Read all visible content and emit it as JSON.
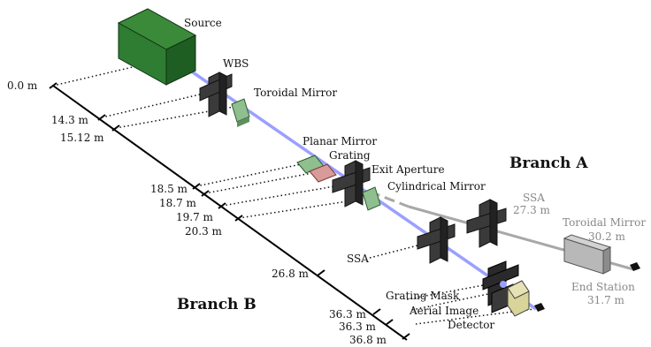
{
  "branches": {
    "a": "Branch A",
    "b": "Branch B"
  },
  "components": {
    "source": "Source",
    "wbs": "WBS",
    "toroidal_mirror": "Toroidal Mirror",
    "planar_mirror": "Planar Mirror",
    "grating": "Grating",
    "exit_aperture": "Exit Aperture",
    "cylindrical_mirror": "Cylindrical Mirror",
    "ssa_b": "SSA",
    "grating_mask": "Grating Mask",
    "aerial_image": "Aerial Image",
    "detector": "Detector"
  },
  "branch_a": {
    "ssa_label": "SSA",
    "ssa_dist": "27.3 m",
    "toroidal_label": "Toroidal Mirror",
    "toroidal_dist": "30.2 m",
    "end_station_label": "End Station",
    "end_station_dist": "31.7 m"
  },
  "distances": [
    "0.0 m",
    "14.3 m",
    "15.12 m",
    "18.5 m",
    "18.7 m",
    "19.7 m",
    "20.3 m",
    "26.8 m",
    "36.3 m",
    "36.3 m",
    "36.8 m"
  ],
  "colors": {
    "beam": "#9aa0ff",
    "source": "#2e7d32",
    "mirror_green": "#8fbf8f",
    "mirror_red": "#d99a9a",
    "aperture": "#333333",
    "branch_a_beam": "#a8a8a8",
    "detector_yellow": "#d8d49a"
  }
}
